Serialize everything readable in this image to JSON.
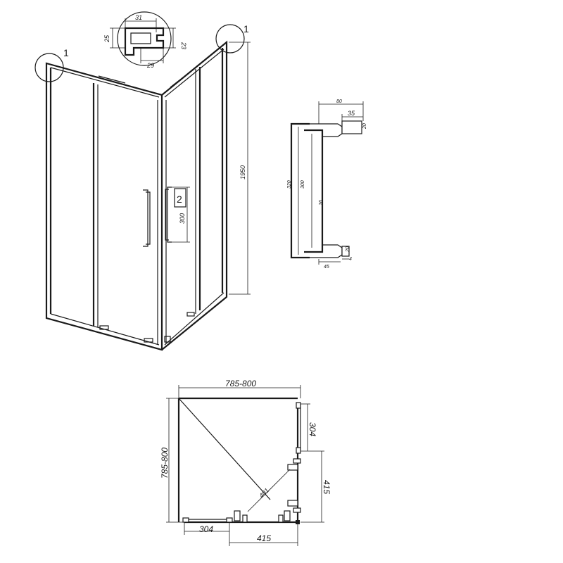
{
  "callouts": {
    "detail_left": "1",
    "detail_right": "1",
    "handle_ref": "2"
  },
  "profile_detail": {
    "dim_top": "31",
    "dim_left": "25",
    "dim_right": "23",
    "dim_bottom": "29"
  },
  "enclosure": {
    "height": "1950",
    "handle_length": "300"
  },
  "handle_detail": {
    "dim_depth": "80",
    "dim_mount": "35",
    "dim_top_block": "20",
    "dim_bottom_block": "20",
    "dim_overall": "320",
    "dim_centers": "300",
    "dim_inner": "16",
    "dim_base": "45",
    "dim_plate": "4"
  },
  "plan_view": {
    "dim_width": "785-800",
    "dim_depth": "785-800",
    "dim_side_fixed": "304",
    "dim_side_opening": "415",
    "dim_front_fixed": "304",
    "dim_front_opening": "415",
    "dim_diagonal": "401"
  },
  "colors": {
    "line": "#1a1a1a",
    "background": "#ffffff"
  }
}
